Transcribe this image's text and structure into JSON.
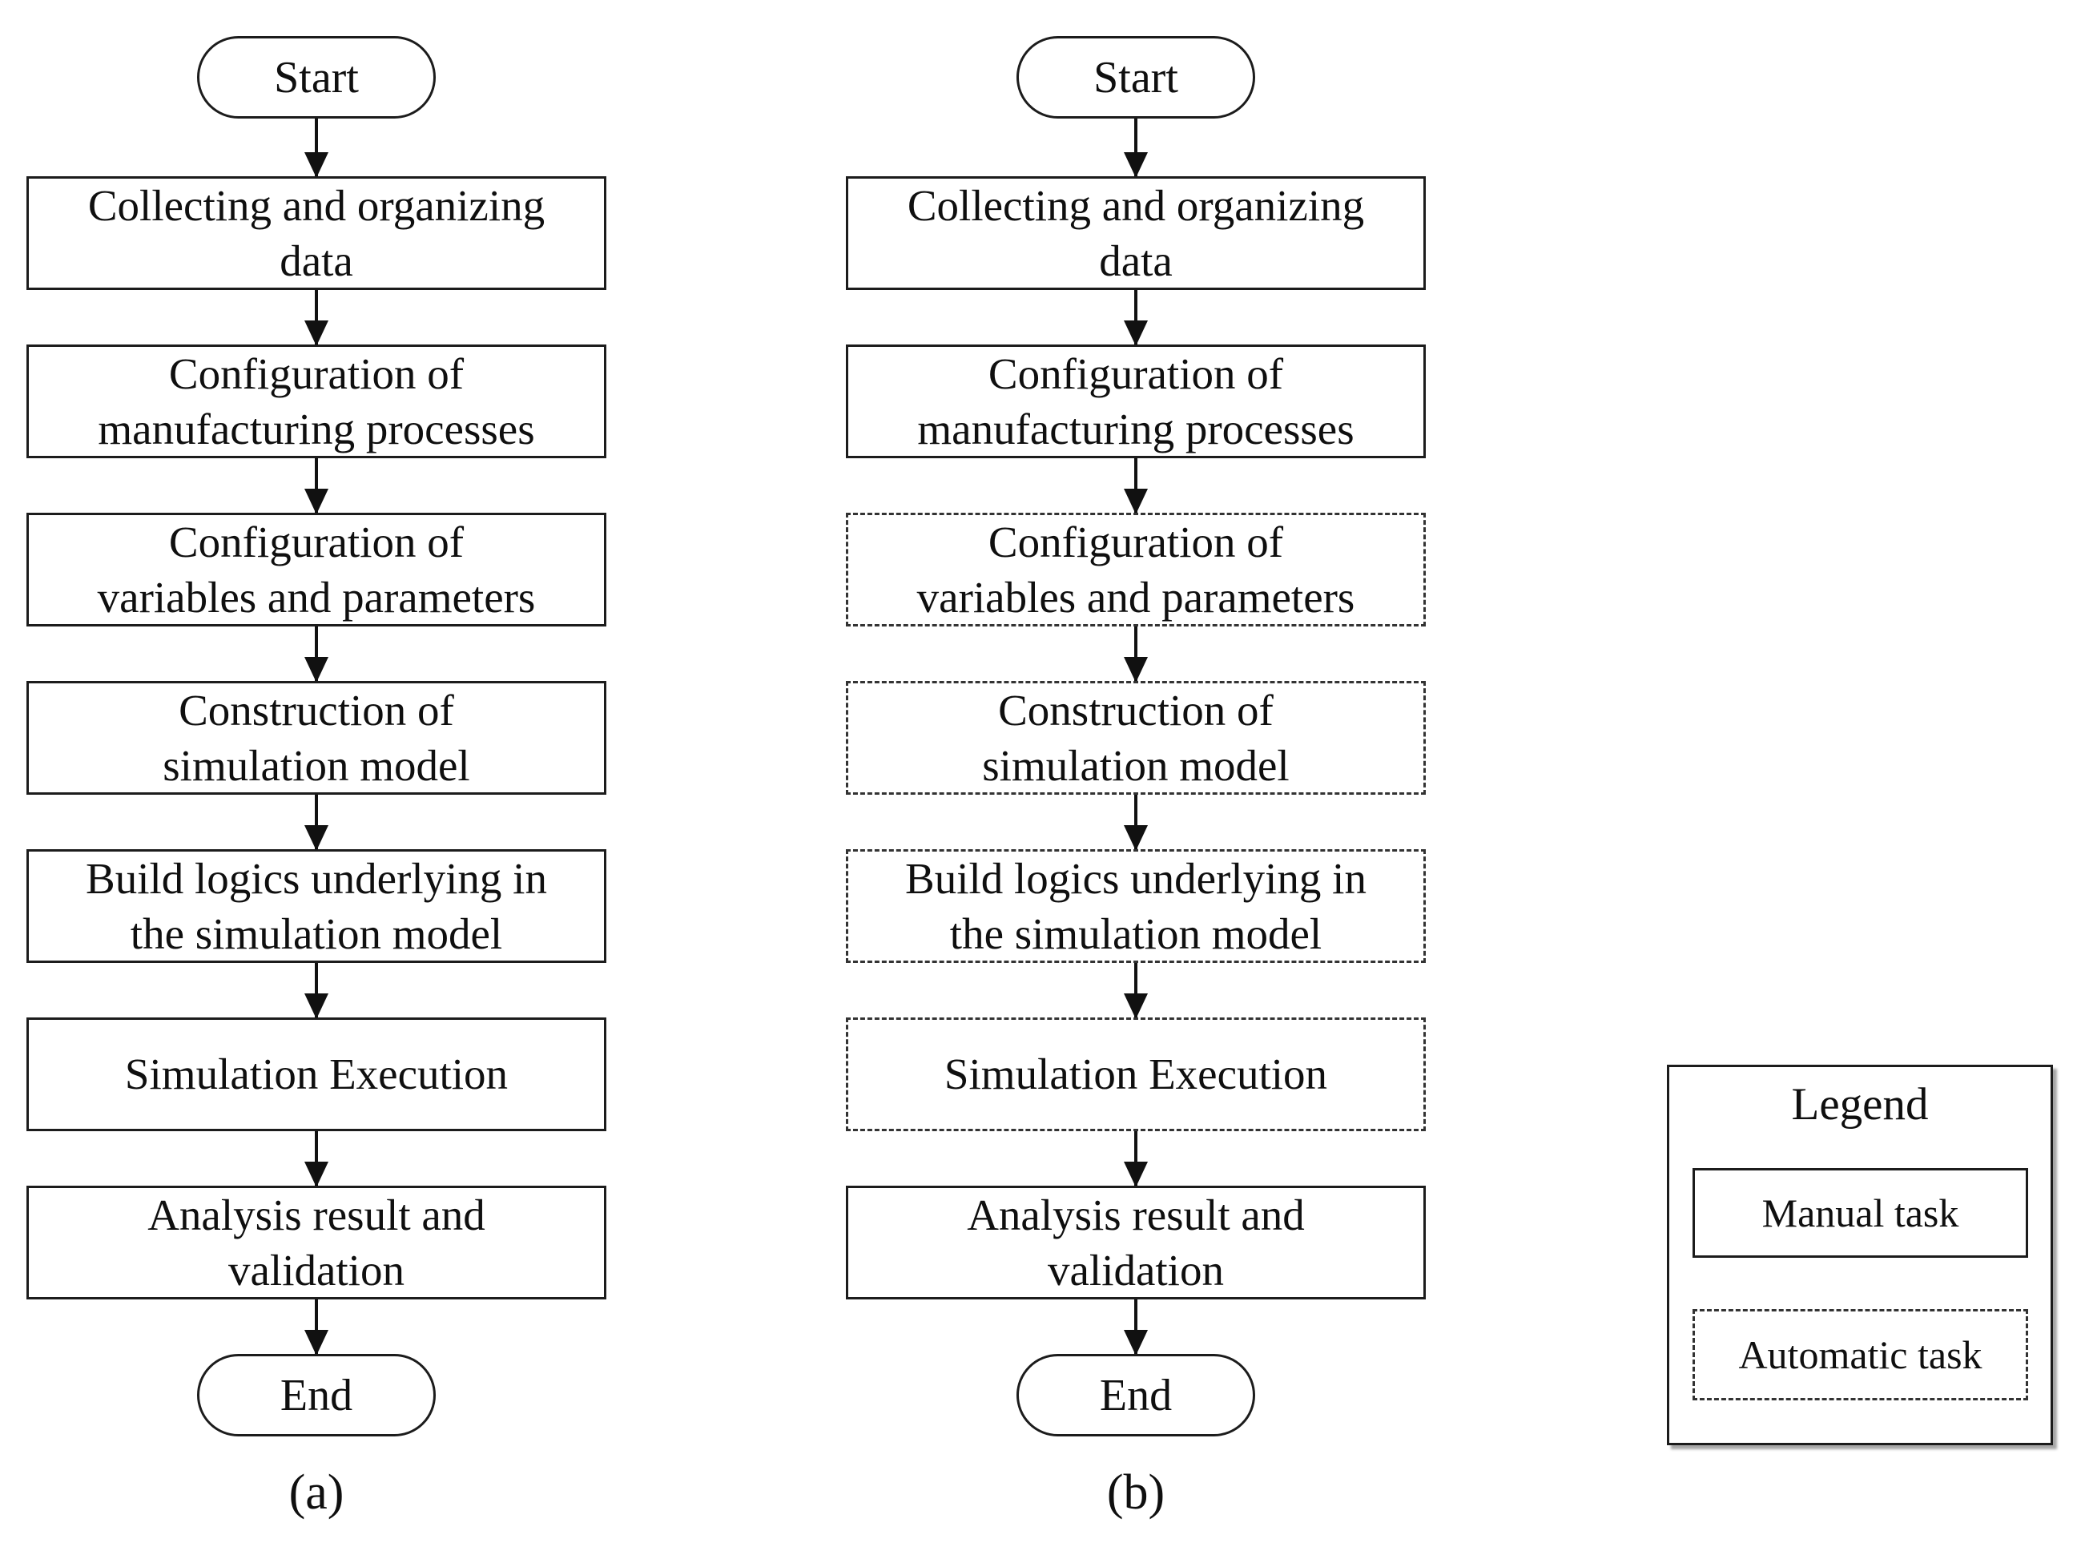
{
  "figure": {
    "type": "flowchart-comparison",
    "background": "#ffffff",
    "ink": "#111111"
  },
  "flowchart_a": {
    "caption": "(a)",
    "start": "Start",
    "end": "End",
    "steps": [
      {
        "label": "Collecting and organizing\ndata",
        "style": "solid"
      },
      {
        "label": "Configuration of\nmanufacturing processes",
        "style": "solid"
      },
      {
        "label": "Configuration of\nvariables and parameters",
        "style": "solid"
      },
      {
        "label": "Construction of\nsimulation model",
        "style": "solid"
      },
      {
        "label": "Build logics underlying in\nthe simulation model",
        "style": "solid"
      },
      {
        "label": "Simulation Execution",
        "style": "solid"
      },
      {
        "label": "Analysis result and\nvalidation",
        "style": "solid"
      }
    ]
  },
  "flowchart_b": {
    "caption": "(b)",
    "start": "Start",
    "end": "End",
    "steps": [
      {
        "label": "Collecting and organizing\ndata",
        "style": "solid"
      },
      {
        "label": "Configuration of\nmanufacturing processes",
        "style": "solid"
      },
      {
        "label": "Configuration of\nvariables and parameters",
        "style": "dashed"
      },
      {
        "label": "Construction of\nsimulation model",
        "style": "dashed"
      },
      {
        "label": "Build logics underlying in\nthe simulation model",
        "style": "dashed"
      },
      {
        "label": "Simulation Execution",
        "style": "dashed"
      },
      {
        "label": "Analysis result and\nvalidation",
        "style": "solid"
      }
    ]
  },
  "legend": {
    "title": "Legend",
    "items": [
      {
        "label": "Manual task",
        "style": "solid"
      },
      {
        "label": "Automatic task",
        "style": "dashed"
      }
    ]
  }
}
